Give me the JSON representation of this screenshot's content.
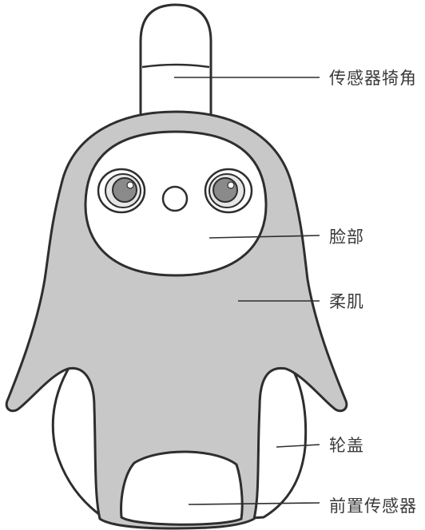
{
  "colors": {
    "body_fill": "#c8c8c8",
    "outline": "#2e2e2e",
    "panel_fill": "#ffffff",
    "text": "#3a3a3a",
    "eye_ring": "#e6e6e6",
    "eye_iris": "#8a8a8a"
  },
  "labels": {
    "horn_sensor": "传感器犄角",
    "face": "脸部",
    "soft_skin": "柔肌",
    "wheel_cover": "轮盖",
    "front_sensor": "前置传感器"
  }
}
